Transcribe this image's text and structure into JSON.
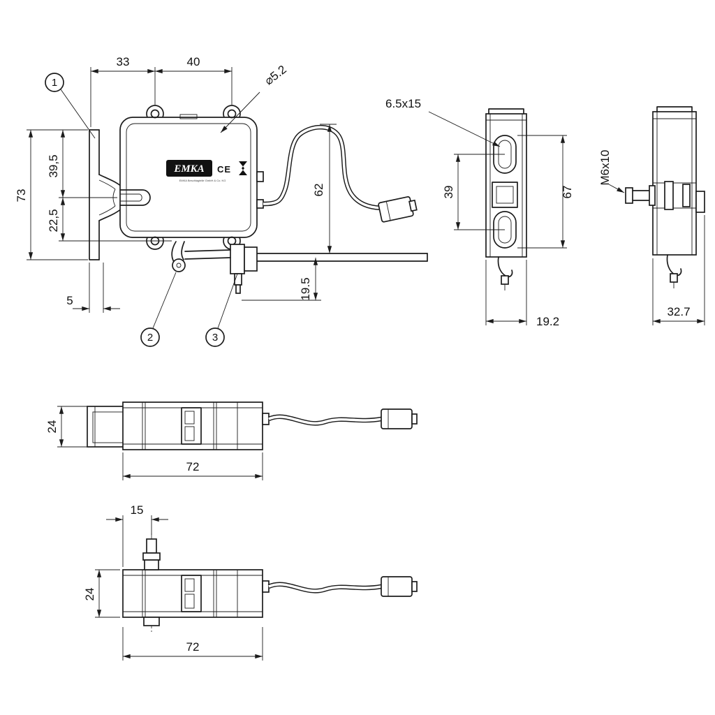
{
  "drawing": {
    "front": {
      "balloons": {
        "b1": "1",
        "b2": "2",
        "b3": "3"
      },
      "dims": {
        "w33": "33",
        "w40": "40",
        "dia": "⌀5.2",
        "h73": "73",
        "h395": "39,5",
        "h225": "22,5",
        "h62": "62",
        "h195": "19.5",
        "w5": "5"
      },
      "logo": {
        "brand": "EMKA",
        "ce": "CE",
        "subtext": "EMKA Beschlagteile GmbH & Co. KG"
      }
    },
    "side": {
      "dims": {
        "slot": "6.5x15",
        "h39": "39",
        "h67": "67",
        "w192": "19.2"
      }
    },
    "side2": {
      "dims": {
        "screw": "M6x10",
        "w327": "32.7"
      }
    },
    "top": {
      "dims": {
        "h24": "24",
        "w72": "72"
      }
    },
    "bottom": {
      "dims": {
        "w15": "15",
        "h24": "24",
        "w72": "72"
      }
    }
  }
}
